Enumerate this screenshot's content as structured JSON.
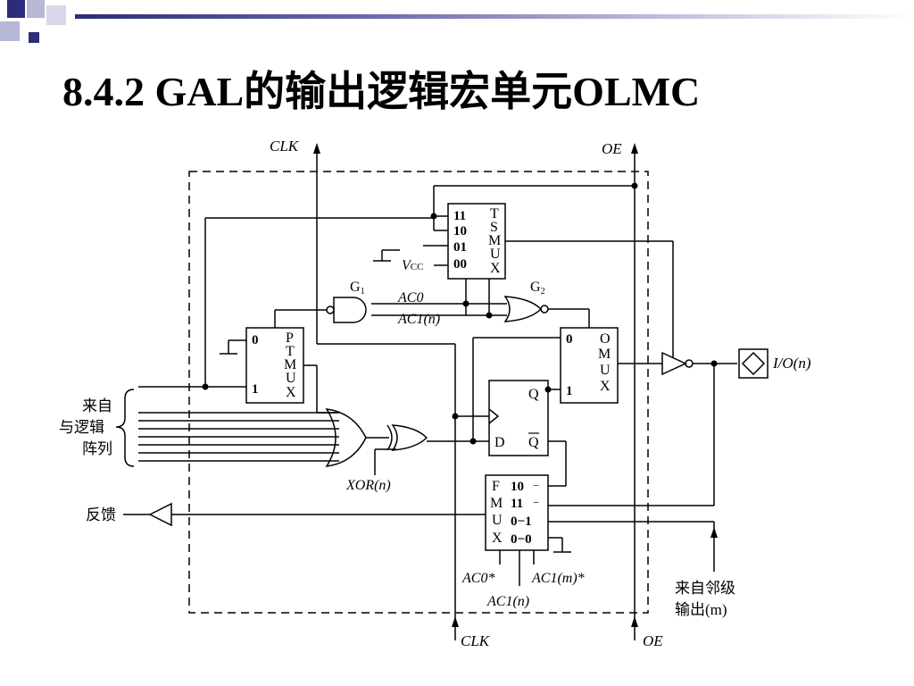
{
  "slide": {
    "title": "8.4.2  GAL的输出逻辑宏单元OLMC"
  },
  "diagram": {
    "clock_label": "CLK",
    "oe_label": "OE",
    "tsmux": {
      "letters": [
        "T",
        "S",
        "M",
        "U",
        "X"
      ],
      "inputs": [
        "11",
        "10",
        "01",
        "00"
      ]
    },
    "vcc": {
      "main": "V",
      "sub": "CC"
    },
    "gate_g1": {
      "main": "G",
      "sub": "1"
    },
    "gate_g2": {
      "main": "G",
      "sub": "2"
    },
    "ac0_label": "AC0",
    "ac1n_label": "AC1(n)",
    "ptmux": {
      "letters": [
        "P",
        "T",
        "M",
        "U",
        "X"
      ],
      "inputs": [
        "0",
        "1"
      ]
    },
    "omux": {
      "letters": [
        "O",
        "M",
        "U",
        "X"
      ],
      "inputs": [
        "0",
        "1"
      ]
    },
    "dff": {
      "q": "Q",
      "qbar": "Q",
      "d": "D"
    },
    "io_label": "I/O(n)",
    "array_label": [
      "来自",
      "与逻辑",
      "阵列"
    ],
    "xor_label": "XOR(n)",
    "feedback_label": "反馈",
    "fmux": {
      "letters": [
        "F",
        "M",
        "U",
        "X"
      ],
      "inputs": [
        "10",
        "11",
        "0",
        "0"
      ],
      "input_suffix": [
        "1",
        "0"
      ]
    },
    "ac0_star_label": "AC0*",
    "ac1m_star_label": "AC1(m)*",
    "ac1n_bottom_label": "AC1(n)",
    "neighbor_label": [
      "来自邻级",
      "输出(m)"
    ]
  }
}
